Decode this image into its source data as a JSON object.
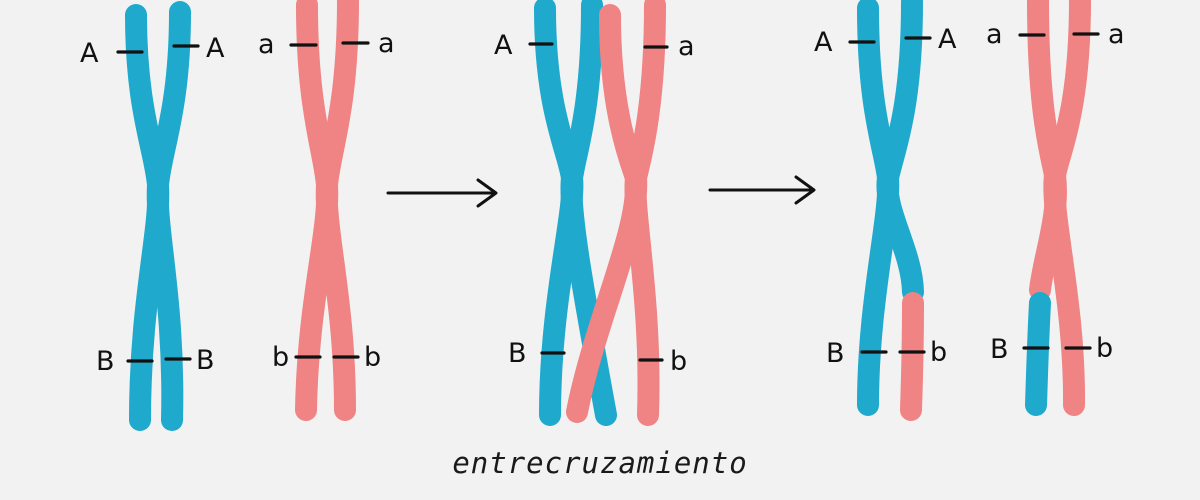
{
  "colors": {
    "blue": "#1fa9cc",
    "pink": "#f08383",
    "ink": "#111111"
  },
  "labels": {
    "A": "A",
    "a": "a",
    "B": "B",
    "b": "b"
  },
  "caption": "entrecruzamiento",
  "arrows": [
    "arrow-right-icon",
    "arrow-right-icon"
  ]
}
